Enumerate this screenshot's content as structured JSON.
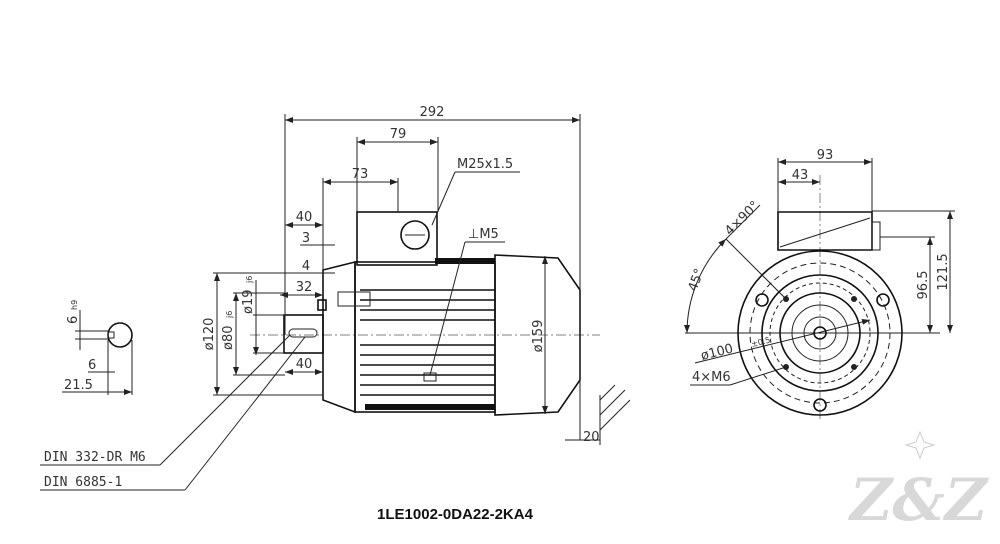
{
  "drawing": {
    "title": "1LE1002-0DA22-2KA4",
    "side_view": {
      "dims": {
        "overall_length": "292",
        "box_width": "79",
        "box_offset": "73",
        "flange_to_box": "40",
        "flange_gap": "3",
        "flange_step": "4",
        "shaft_key": "32",
        "shaft_length": "40",
        "flange_dia": "ø120",
        "spigot_dia": "ø80",
        "spigot_tol": "j6",
        "shaft_dia": "ø19",
        "shaft_tol": "j6",
        "frame_dia": "ø159",
        "foot_clearance": "20"
      },
      "notes": {
        "cable_gland": "M25x1.5",
        "earth_thread": "⊥M5"
      }
    },
    "shaft_section": {
      "key_width": "6",
      "key_tol": "h9",
      "key_depth": "6",
      "shaft_height": "21.5"
    },
    "callouts": {
      "center_hole": "DIN 332-DR M6",
      "key_standard": "DIN 6885-1"
    },
    "end_view": {
      "dims": {
        "box_width": "93",
        "box_offset": "43",
        "box_height": "121.5",
        "gland_height": "96.5",
        "angle": "45°",
        "hole_pitch": "4×90°",
        "pcd": "ø100",
        "pcd_tol": "±0.5",
        "holes": "4×M6"
      }
    },
    "watermark": "Z&Z"
  }
}
